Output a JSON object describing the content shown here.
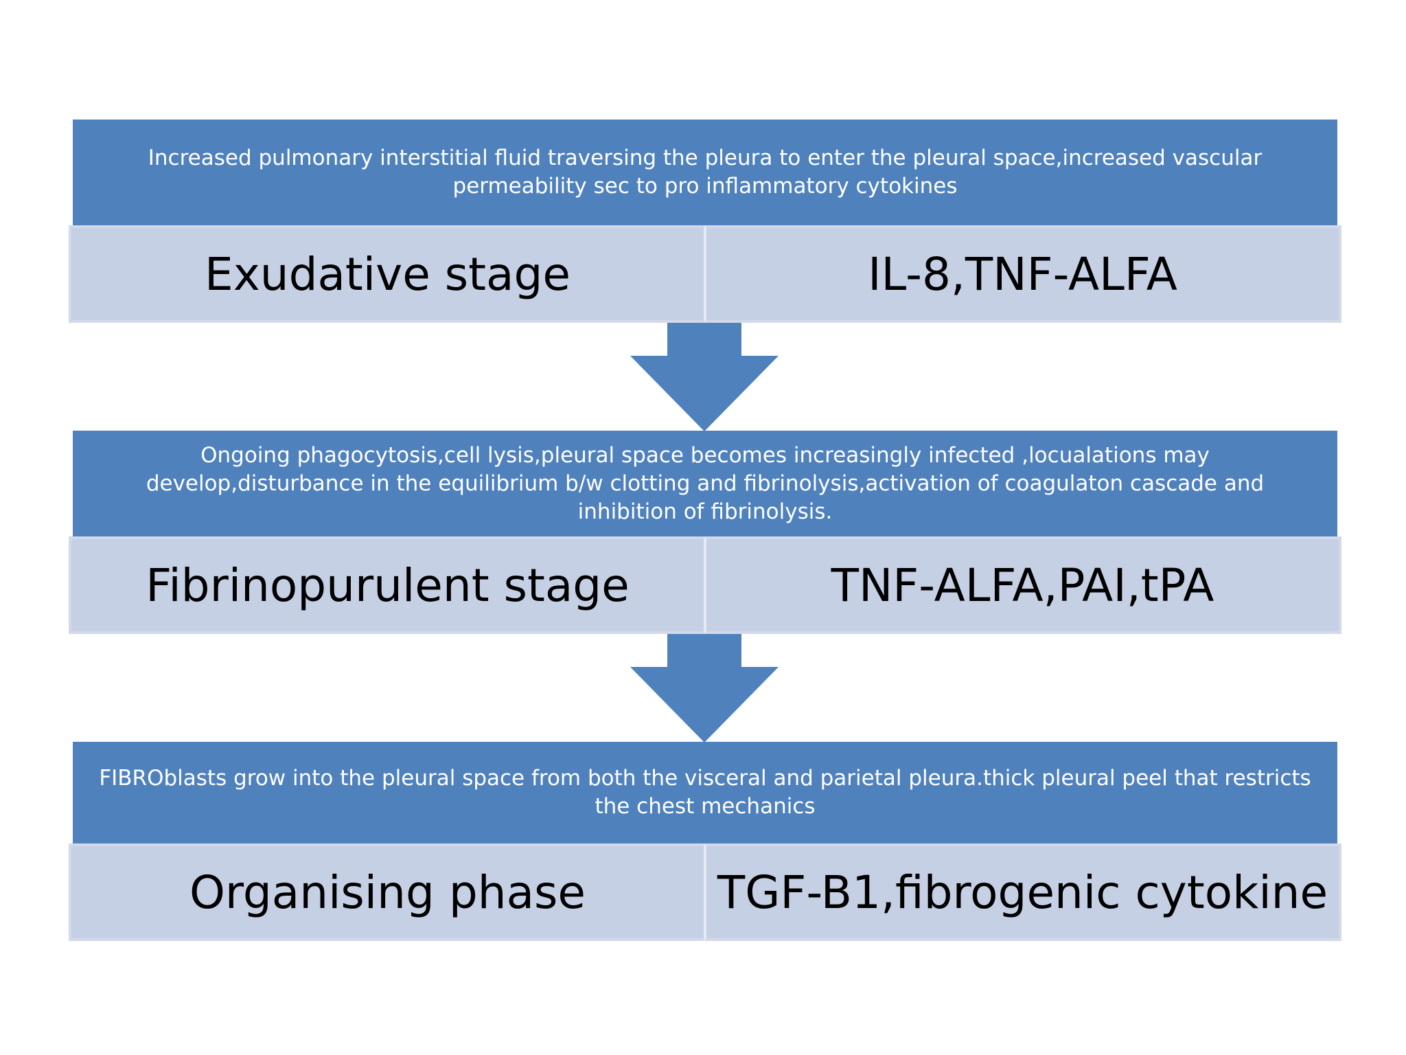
{
  "stages": [
    {
      "description": "Increased pulmonary interstitial fluid traversing the pleura to enter the pleural space,increased vascular permeability sec to pro inflammatory cytokines",
      "name": "Exudative stage",
      "mediators": "IL-8,TNF-ALFA"
    },
    {
      "description": "Ongoing phagocytosis,cell lysis,pleural space becomes increasingly infected ,locualations may develop,disturbance in the equilibrium b/w clotting and fibrinolysis,activation  of coagulaton cascade and inhibition of fibrinolysis.",
      "name": "Fibrinopurulent stage",
      "mediators": "TNF-ALFA,PAI,tPA"
    },
    {
      "description": "FIBROblasts grow into the pleural space from both the visceral and parietal pleura.thick pleural peel that restricts the chest mechanics",
      "name": "Organising phase",
      "mediators": "TGF-B1,fibrogenic cytokine"
    }
  ],
  "colors": {
    "description_fill": "#4f81bd",
    "cell_fill": "#c6d0e5",
    "arrow_fill": "#4f81bd"
  }
}
